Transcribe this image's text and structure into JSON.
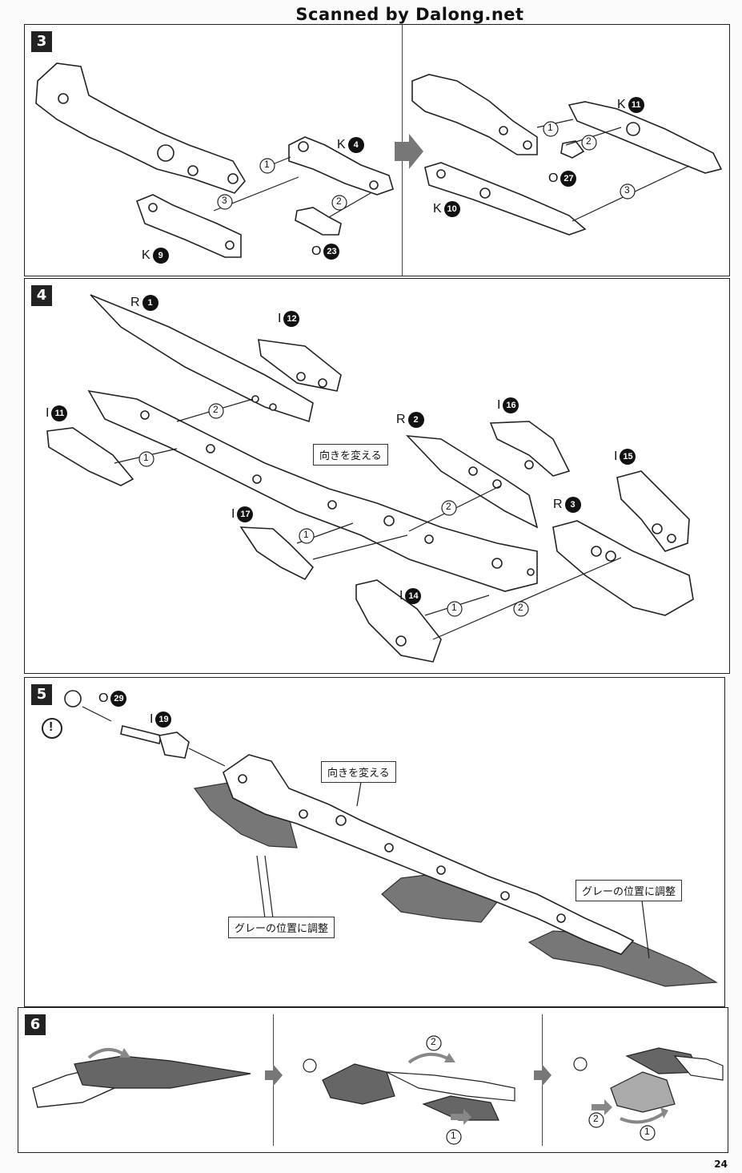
{
  "watermark": "Scanned by Dalong.net",
  "page_number": "24",
  "steps": {
    "s3": {
      "number": "3",
      "labels": [
        {
          "letter": "K",
          "num": "4"
        },
        {
          "letter": "K",
          "num": "9"
        },
        {
          "letter": "O",
          "num": "23"
        },
        {
          "letter": "K",
          "num": "11"
        },
        {
          "letter": "O",
          "num": "27"
        },
        {
          "letter": "K",
          "num": "10"
        }
      ],
      "order": [
        "1",
        "2",
        "3",
        "1",
        "2",
        "3"
      ]
    },
    "s4": {
      "number": "4",
      "labels": [
        {
          "letter": "R",
          "num": "1"
        },
        {
          "letter": "I",
          "num": "12"
        },
        {
          "letter": "I",
          "num": "11"
        },
        {
          "letter": "R",
          "num": "2"
        },
        {
          "letter": "I",
          "num": "16"
        },
        {
          "letter": "I",
          "num": "15"
        },
        {
          "letter": "R",
          "num": "3"
        },
        {
          "letter": "I",
          "num": "17"
        },
        {
          "letter": "I",
          "num": "14"
        }
      ],
      "callout": "向きを変える",
      "order": [
        "2",
        "1",
        "2",
        "1",
        "1",
        "2"
      ]
    },
    "s5": {
      "number": "5",
      "labels": [
        {
          "letter": "O",
          "num": "29"
        },
        {
          "letter": "I",
          "num": "19"
        }
      ],
      "caution": "!",
      "callout_turn": "向きを変える",
      "callout_gray_1": "グレーの位置に調整",
      "callout_gray_2": "グレーの位置に調整"
    },
    "s6": {
      "number": "6",
      "order": [
        "2",
        "1",
        "2",
        "1"
      ]
    }
  }
}
